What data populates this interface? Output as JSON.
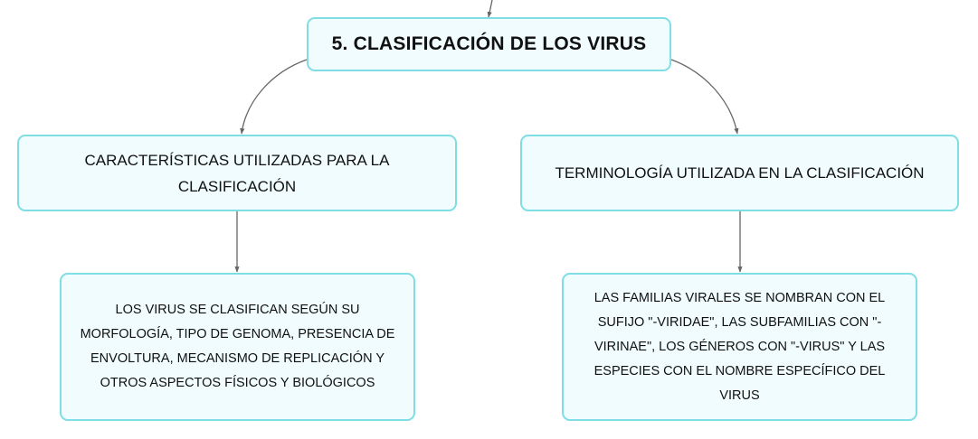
{
  "diagram": {
    "root": {
      "title": "5. CLASIFICACIÓN DE LOS VIRUS"
    },
    "branches": [
      {
        "label": "CARACTERÍSTICAS UTILIZADAS PARA LA CLASIFICACIÓN",
        "child": "LOS VIRUS SE CLASIFICAN SEGÚN SU MORFOLOGÍA, TIPO DE GENOMA, PRESENCIA DE ENVOLTURA, MECANISMO DE REPLICACIÓN Y OTROS ASPECTOS FÍSICOS Y BIOLÓGICOS"
      },
      {
        "label": "TERMINOLOGÍA UTILIZADA EN LA CLASIFICACIÓN",
        "child": "LAS FAMILIAS VIRALES SE NOMBRAN CON EL SUFIJO \"-VIRIDAE\", LAS SUBFAMILIAS CON \"-VIRINAE\", LOS GÉNEROS CON \"-VIRUS\" Y LAS ESPECIES CON EL NOMBRE ESPECÍFICO DEL VIRUS"
      }
    ]
  },
  "colors": {
    "node_fill": "#f0fcfd",
    "node_border": "#7fdde4",
    "connector": "#666666",
    "text": "#111111"
  }
}
